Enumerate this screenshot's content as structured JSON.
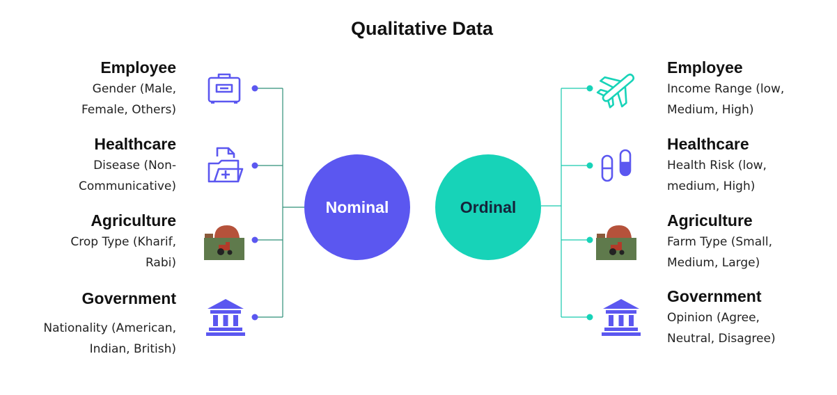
{
  "title": "Qualitative Data",
  "nominal": {
    "label": "Nominal",
    "items": [
      {
        "heading": "Employee",
        "line1": "Gender (Male,",
        "line2": "Female, Others)",
        "icon": "briefcase-icon"
      },
      {
        "heading": "Healthcare",
        "line1": "Disease (Non-",
        "line2": "Communicative)",
        "icon": "medical-folder-icon"
      },
      {
        "heading": "Agriculture",
        "line1": "Crop Type (Kharif,",
        "line2": "Rabi)",
        "icon": "farm-tractor-icon"
      },
      {
        "heading": "Government",
        "line1": "Nationality (American,",
        "line2": "Indian, British)",
        "icon": "government-building-icon"
      }
    ]
  },
  "ordinal": {
    "label": "Ordinal",
    "items": [
      {
        "heading": "Employee",
        "line1": "Income Range (low,",
        "line2": "Medium, High)",
        "icon": "airplane-icon"
      },
      {
        "heading": "Healthcare",
        "line1": "Health Risk (low,",
        "line2": "medium, High)",
        "icon": "pills-icon"
      },
      {
        "heading": "Agriculture",
        "line1": "Farm Type (Small,",
        "line2": "Medium, Large)",
        "icon": "farm-tractor-icon"
      },
      {
        "heading": "Government",
        "line1": "Opinion (Agree,",
        "line2": "Neutral, Disagree)",
        "icon": "government-building-icon"
      }
    ]
  },
  "colors": {
    "nominal": "#5b57f0",
    "ordinal": "#17d3b8",
    "connector_left": "#2f8f78",
    "connector_right": "#17c9ad",
    "barn": "#b5523b",
    "field": "#5f7a4c"
  }
}
